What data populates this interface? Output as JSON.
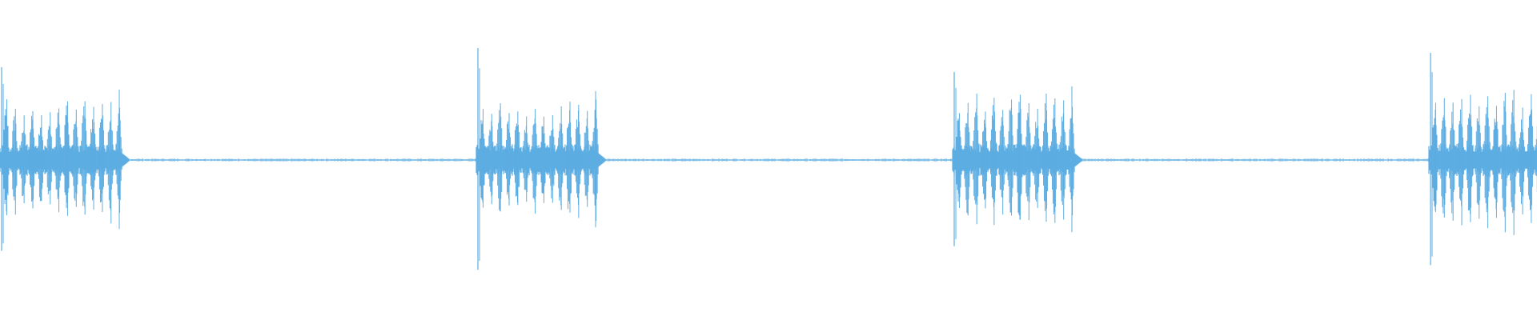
{
  "waveform": {
    "color": "#5dade2",
    "background": "#ffffff",
    "bursts": [
      {
        "peak": 0.58,
        "body": 0.34
      },
      {
        "peak": 0.7,
        "body": 0.33
      },
      {
        "peak": 0.55,
        "body": 0.36
      },
      {
        "peak": 0.67,
        "body": 0.38
      }
    ]
  }
}
